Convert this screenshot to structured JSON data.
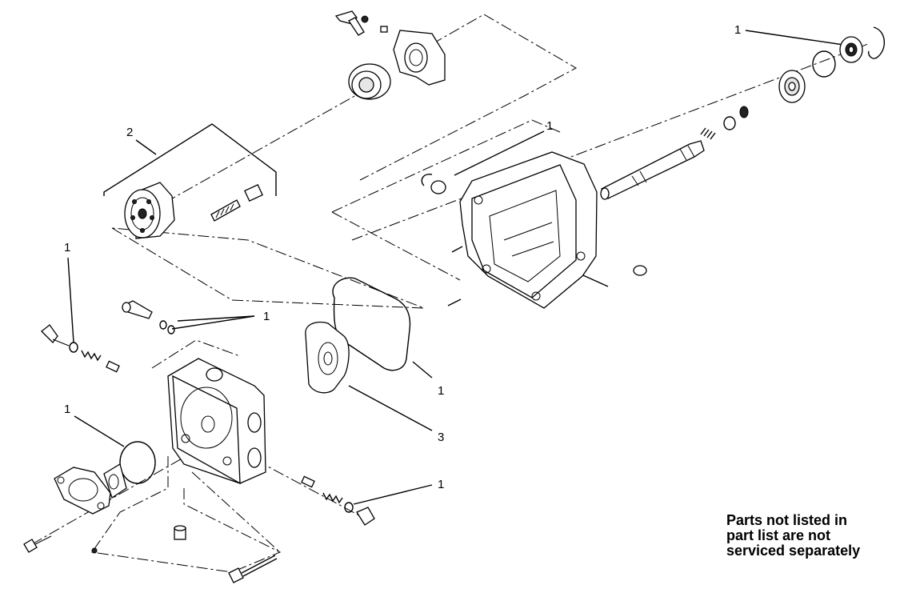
{
  "callouts": {
    "c_top_right": "1",
    "c_mid_right": "1",
    "c_assembly": "2",
    "c_left_upper": "1",
    "c_center_orings": "1",
    "c_gasket": "1",
    "c_plate": "3",
    "c_left_lower": "1",
    "c_bottom_right": "1"
  },
  "note": {
    "line1": "Parts not listed in",
    "line2": "part list are not",
    "line3": "serviced separately"
  }
}
